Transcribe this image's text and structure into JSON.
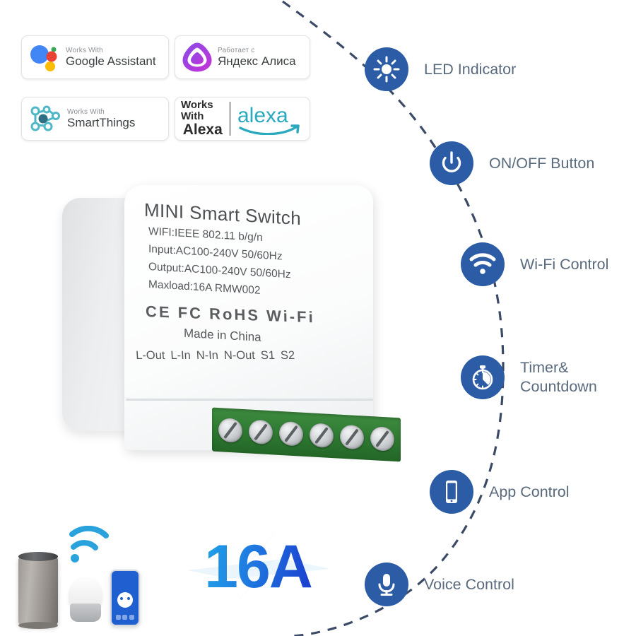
{
  "badges": [
    {
      "id": "google-assistant",
      "logo": "google-assistant-logo",
      "eyebrow": "Works With",
      "name": "Google Assistant"
    },
    {
      "id": "yandex-alice",
      "logo": "yandex-alice-logo",
      "eyebrow": "Работает с",
      "name": "Яндекс Алиса"
    },
    {
      "id": "smartthings",
      "logo": "smartthings-logo",
      "eyebrow": "Works With",
      "name": "SmartThings"
    },
    {
      "id": "alexa",
      "logo": "amazon-alexa-logo",
      "works_line": "Works With",
      "alexa_line": "Alexa",
      "wordmark": "alexa"
    }
  ],
  "device": {
    "title": "MINI Smart Switch",
    "specs": [
      "WIFI:IEEE 802.11 b/g/n",
      "Input:AC100-240V 50/60Hz",
      "Output:AC100-240V 50/60Hz",
      "Maxload:16A     RMW002"
    ],
    "certifications": "CE  FC  RoHS  Wi-Fi",
    "origin": "Made in China",
    "terminals": [
      "L-Out",
      "L-In",
      "N-In",
      "N-Out",
      "S1",
      "S2"
    ],
    "screw_count": 6
  },
  "features": [
    {
      "icon": "led-indicator-icon",
      "label": "LED Indicator"
    },
    {
      "icon": "power-button-icon",
      "label": "ON/OFF Button"
    },
    {
      "icon": "wifi-icon",
      "label": "Wi-Fi Control"
    },
    {
      "icon": "stopwatch-icon",
      "label": "Timer&\nCountdown"
    },
    {
      "icon": "smartphone-icon",
      "label": "App Control"
    },
    {
      "icon": "microphone-icon",
      "label": "Voice Control"
    }
  ],
  "amp_badge": {
    "value": "16A",
    "graphic": "lightning-bolt"
  },
  "smart_devices": {
    "wifi_symbol": "wifi-icon",
    "items": [
      "amazon-echo-speaker",
      "google-home-speaker",
      "smartphone-app"
    ]
  },
  "colors": {
    "accent_blue": "#2d5ca6",
    "label_gray": "#5a6a7d",
    "terminal_green": "#2f7b33",
    "wifi_cyan": "#2aa3dd",
    "amp_gradient_start": "#22b7ee",
    "amp_gradient_end": "#1a25c8"
  }
}
